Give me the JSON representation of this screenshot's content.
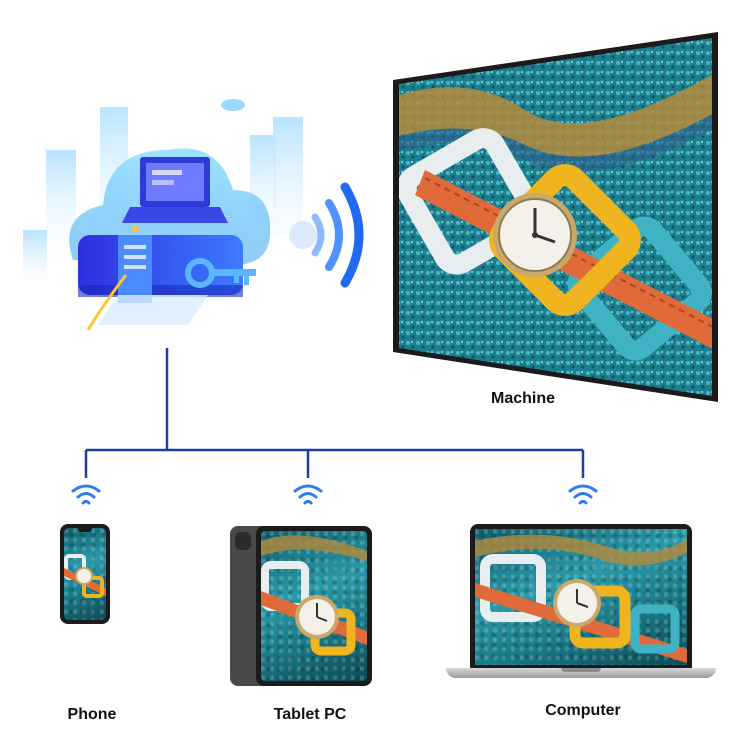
{
  "labels": {
    "machine": "Machine",
    "phone": "Phone",
    "tablet": "Tablet PC",
    "computer": "Computer"
  },
  "colors": {
    "connector": "#1d3f9e",
    "wifi": "#2f7df0",
    "cloud": "#57c3f2",
    "screen_bezel": "#1b1b1b"
  },
  "icons": [
    "cloud-server-icon",
    "wireless-signal-icon",
    "wifi-icon",
    "watch-artwork"
  ]
}
